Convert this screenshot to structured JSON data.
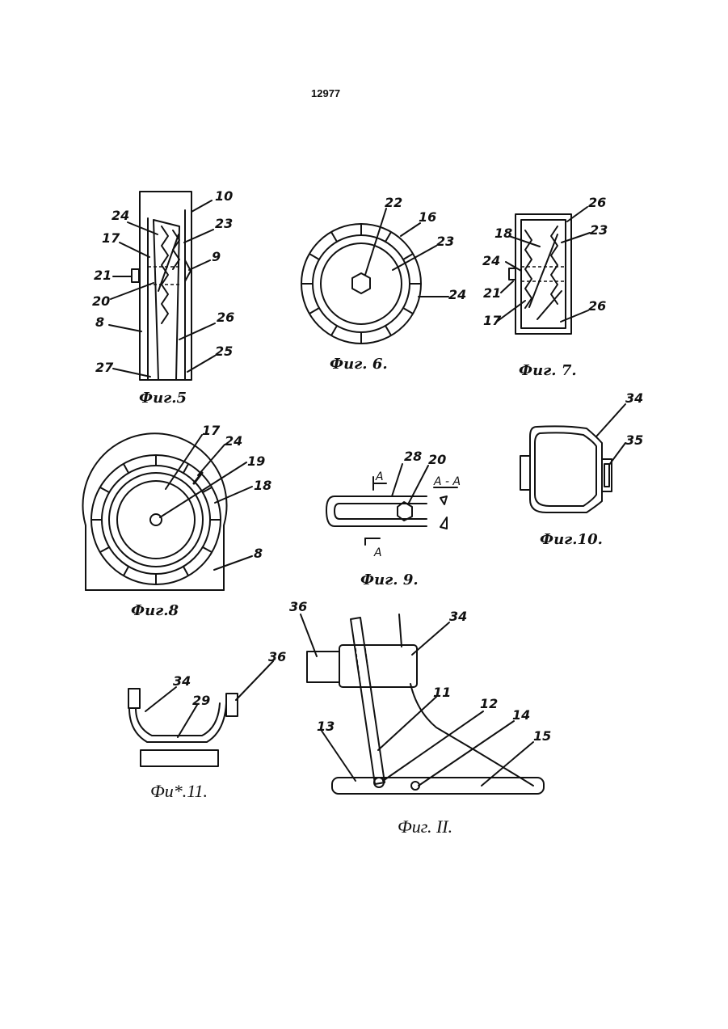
{
  "document": {
    "patent_number": "12977"
  },
  "figures": {
    "fig5": {
      "caption": "Фиг.5",
      "labels": [
        "10",
        "24",
        "23",
        "17",
        "9",
        "21",
        "20",
        "8",
        "26",
        "27",
        "25"
      ]
    },
    "fig6": {
      "caption": "Фиг. 6.",
      "labels": [
        "22",
        "16",
        "23",
        "24"
      ]
    },
    "fig7": {
      "caption": "Фиг. 7.",
      "labels": [
        "26",
        "18",
        "23",
        "24",
        "21",
        "17",
        "26"
      ]
    },
    "fig8": {
      "caption": "Фиг.8",
      "labels": [
        "17",
        "24",
        "19",
        "18",
        "8"
      ]
    },
    "fig9": {
      "caption": "Фиг. 9.",
      "labels": [
        "28",
        "20",
        "A",
        "A"
      ],
      "section_label": "A - A"
    },
    "fig10": {
      "caption": "Фиг.10.",
      "labels": [
        "34",
        "35"
      ]
    },
    "fig11a": {
      "caption": "Фи*.11.",
      "labels": [
        "34",
        "36",
        "29"
      ]
    },
    "fig11b": {
      "caption": "Фиг. II.",
      "labels": [
        "36",
        "34",
        "11",
        "12",
        "14",
        "13",
        "15"
      ]
    }
  }
}
